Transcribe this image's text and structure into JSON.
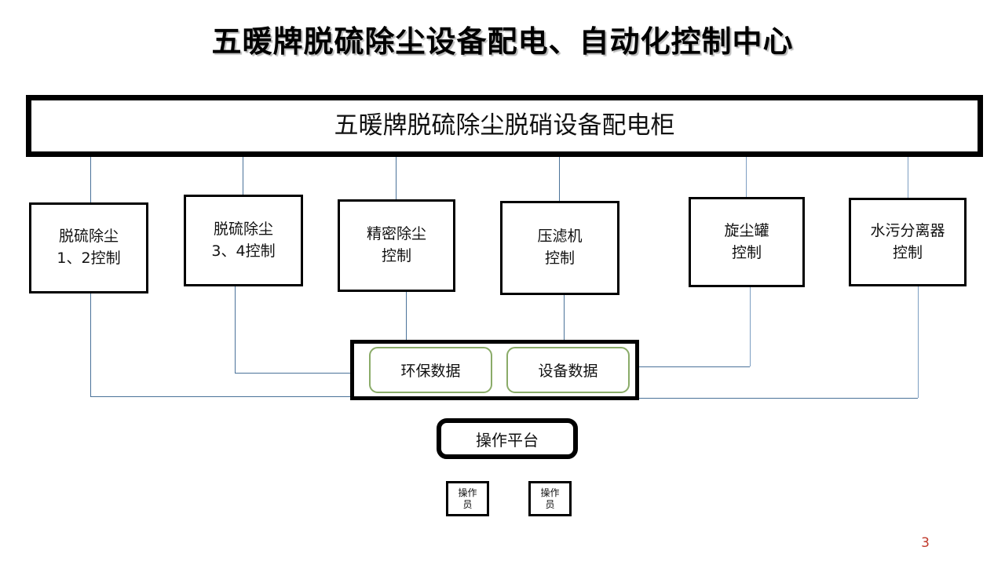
{
  "slide": {
    "title": "五暖牌脱硫除尘设备配电、自动化控制中心",
    "page_number": "3",
    "accent_colors": {
      "connector": "#4a7299",
      "pill_border": "#8aab68",
      "box_border": "#000000",
      "page_number": "#c0392b",
      "background": "#ffffff"
    }
  },
  "main_cabinet": {
    "label": "五暖牌脱硫除尘脱硝设备配电柜"
  },
  "control_boxes": [
    {
      "line1": "脱硫除尘",
      "line2": "1、2控制"
    },
    {
      "line1": "脱硫除尘",
      "line2": "3、4控制"
    },
    {
      "line1": "精密除尘",
      "line2": "控制"
    },
    {
      "line1": "压滤机",
      "line2": "控制"
    },
    {
      "line1": "旋尘罐",
      "line2": "控制"
    },
    {
      "line1": "水污分离器",
      "line2": "控制"
    }
  ],
  "data_pills": [
    {
      "label": "环保数据"
    },
    {
      "label": "设备数据"
    }
  ],
  "operation_platform": {
    "label": "操作平台"
  },
  "operators": [
    {
      "line1": "操作",
      "line2": "员"
    },
    {
      "line1": "操作",
      "line2": "员"
    }
  ]
}
